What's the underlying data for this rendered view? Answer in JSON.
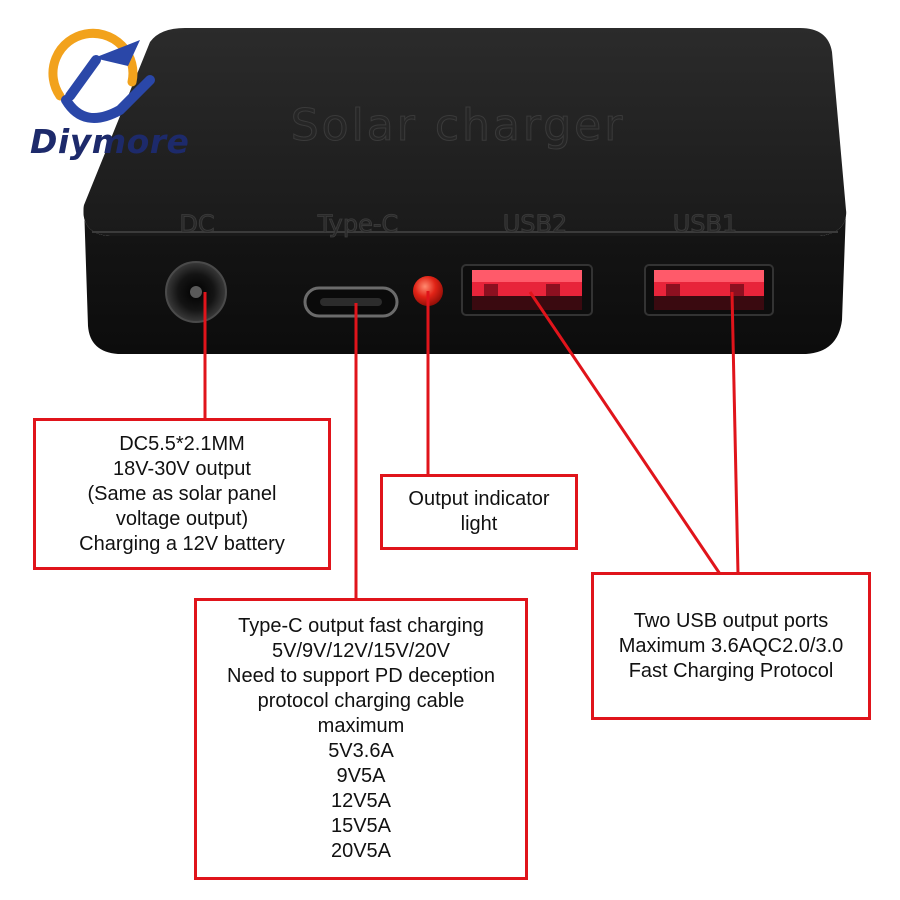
{
  "brand": {
    "name": "Diymore",
    "colors": {
      "blue": "#2a47a8",
      "orange": "#f2a21c",
      "navy": "#1d2a6b"
    }
  },
  "device": {
    "embossed_title": "Solar charger",
    "port_labels": {
      "dc": "DC",
      "typec": "Type-C",
      "usb2": "USB2",
      "usb1": "USB1"
    },
    "body_color": "#1c1c1c",
    "usb_port_color": "#e8243a",
    "indicator_color": "#d81d14"
  },
  "callouts": {
    "dc": [
      "DC5.5*2.1MM",
      "18V-30V output",
      "(Same as solar panel",
      "voltage output)",
      "Charging a 12V battery"
    ],
    "indicator": [
      "Output indicator",
      "light"
    ],
    "typec": [
      "Type-C output fast charging",
      "5V/9V/12V/15V/20V",
      "Need to support PD deception",
      "protocol charging cable",
      "maximum",
      "5V3.6A",
      "9V5A",
      "12V5A",
      "15V5A",
      "20V5A"
    ],
    "usb": [
      "Two USB output ports",
      "Maximum 3.6AQC2.0/3.0",
      "Fast Charging Protocol"
    ]
  },
  "accent": "#e0141b"
}
